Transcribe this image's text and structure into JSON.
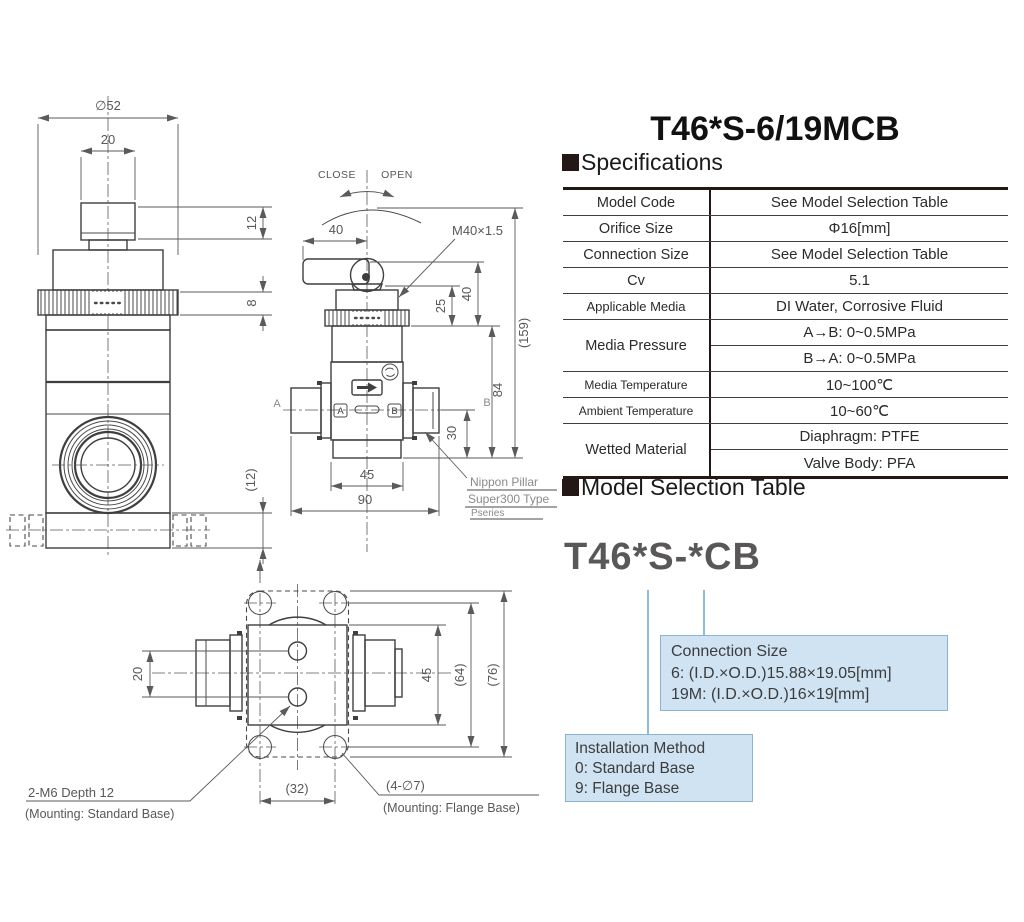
{
  "header": {
    "title": "T46*S-6/19MCB"
  },
  "sections": {
    "specifications": "Specifications",
    "model_selection": "Model Selection Table"
  },
  "spec_table": {
    "rows": [
      {
        "label": "Model Code",
        "value": "See Model Selection Table"
      },
      {
        "label": "Orifice Size",
        "value": "Φ16[mm]"
      },
      {
        "label": "Connection Size",
        "value": "See Model Selection Table"
      },
      {
        "label": "Cv",
        "value": "5.1"
      },
      {
        "label": "Applicable Media",
        "value": "DI Water, Corrosive Fluid"
      },
      {
        "label": "Media Pressure",
        "values": [
          "A→B: 0~0.5MPa",
          "B→A: 0~0.5MPa"
        ]
      },
      {
        "label": "Media Temperature",
        "value": "10~100℃"
      },
      {
        "label": "Ambient Temperature",
        "value": "10~60℃"
      },
      {
        "label": "Wetted Material",
        "values": [
          "Diaphragm: PTFE",
          "Valve Body: PFA"
        ]
      }
    ]
  },
  "model_code": "T46*S-*CB",
  "boxes": {
    "connection": {
      "title": "Connection Size",
      "lines": [
        "6: (I.D.×O.D.)15.88×19.05[mm]",
        "19M: (I.D.×O.D.)16×19[mm]"
      ]
    },
    "installation": {
      "title": "Installation Method",
      "lines": [
        "0: Standard Base",
        "9: Flange Base"
      ]
    }
  },
  "drawings": {
    "front": {
      "dia": "∅52",
      "top_width": "20",
      "knob_height": "12",
      "ring_height": "8",
      "base_height": "(12)"
    },
    "side": {
      "close": "CLOSE",
      "open": "OPEN",
      "handle_len": "40",
      "thread": "M40×1.5",
      "dim25": "25",
      "dim40": "40",
      "total_height": "(159)",
      "dim84": "84",
      "dim30": "30",
      "body_width": "45",
      "overall_width": "90",
      "port_a": "A",
      "port_b": "B",
      "label_a": "A",
      "label_b": "B",
      "maker1": "Nippon Pillar",
      "maker2": "Super300 Type",
      "maker3": "Pseries"
    },
    "top": {
      "hole_pitch": "20",
      "body": "45",
      "dim64": "(64)",
      "dim76": "(76)",
      "dim32": "(32)",
      "m6": "2-M6 Depth 12",
      "m6_note": "(Mounting: Standard Base)",
      "bolt": "(4-∅7)",
      "bolt_note": "(Mounting: Flange Base)"
    }
  },
  "colors": {
    "box_fill": "#cfe3f2",
    "box_border": "#8ab5d2",
    "connector_blue": "#8fbcdb",
    "drawing_line": "#3f3f3f",
    "dimension_text": "#595757"
  }
}
